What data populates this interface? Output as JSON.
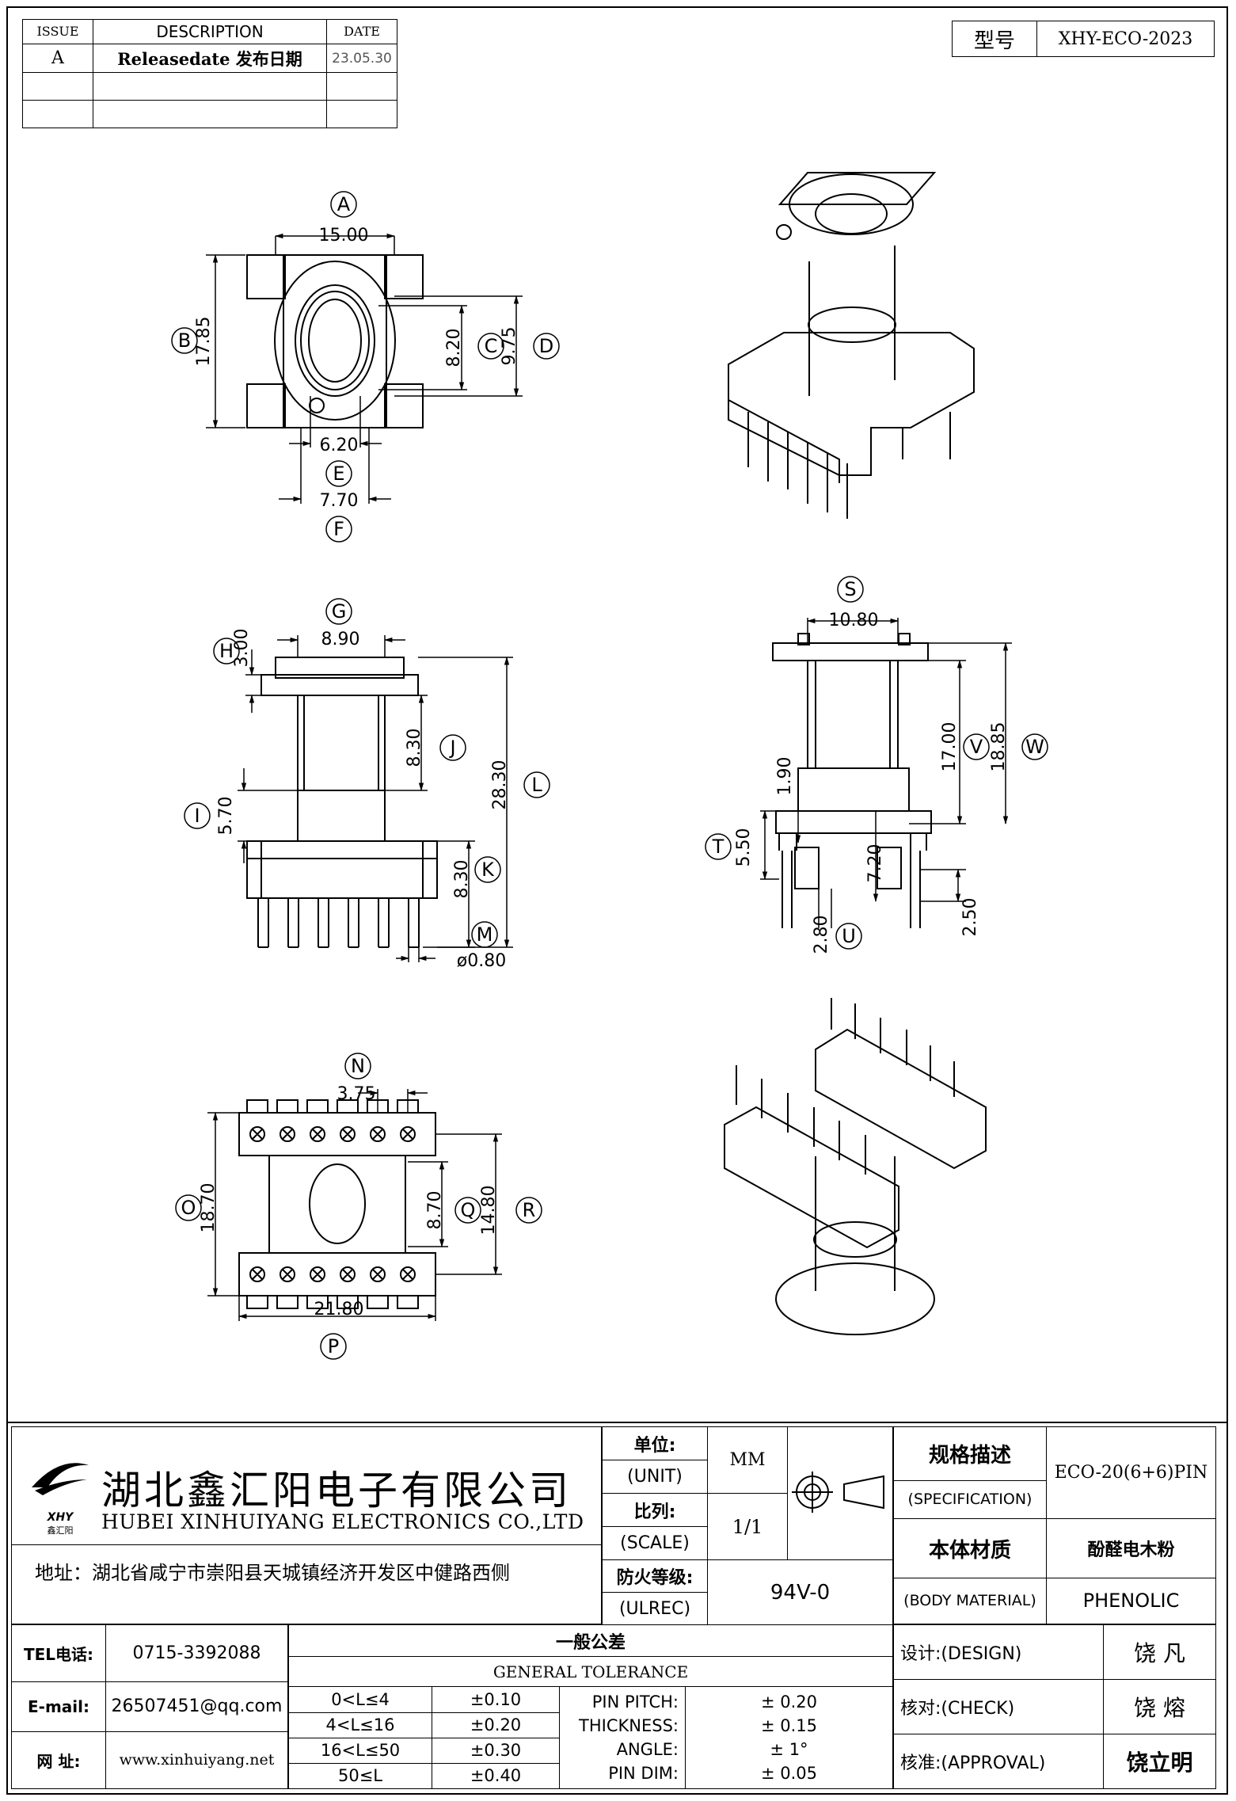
{
  "revision_table": {
    "headers": [
      "ISSUE",
      "DESCRIPTION",
      "DATE"
    ],
    "rows": [
      {
        "issue": "A",
        "description": "Releasedate 发布日期",
        "date": "23.05.30"
      },
      {
        "issue": "",
        "description": "",
        "date": ""
      },
      {
        "issue": "",
        "description": "",
        "date": ""
      }
    ]
  },
  "model": {
    "label": "型号",
    "value": "XHY-ECO-2023"
  },
  "views": {
    "top": {
      "A": "15.00",
      "B": "17.85",
      "C": "8.20",
      "D": "9.75",
      "E": "6.20",
      "F": "7.70"
    },
    "front": {
      "G": "8.90",
      "H": "3.00",
      "I": "5.70",
      "J": "8.30",
      "K": "8.30",
      "L": "28.30",
      "M": "ø0.80"
    },
    "side": {
      "S": "10.80",
      "T": "5.50",
      "U": "2.80",
      "V": "17.00",
      "W": "18.85",
      "y1": "1.90",
      "y2": "7.20",
      "y3": "2.50"
    },
    "bottom": {
      "N": "3.75",
      "O": "18.70",
      "P": "21.80",
      "Q": "8.70",
      "R": "14.80"
    }
  },
  "title_block": {
    "company_cn": "湖北鑫汇阳电子有限公司",
    "company_en": "HUBEI XINHUIYANG ELECTRONICS CO.,LTD",
    "logo_text": "XHY",
    "logo_sub": "鑫汇阳",
    "address": "地址：湖北省咸宁市崇阳县天城镇经济开发区中健路西侧",
    "unit_label": "单位:",
    "unit_label_en": "(UNIT)",
    "unit_value": "MM",
    "scale_label": "比列:",
    "scale_label_en": "(SCALE)",
    "scale_value": "1/1",
    "ulrec_label": "防火等级:",
    "ulrec_label_en": "(ULREC)",
    "ulrec_value": "94V-0",
    "spec_label": "规格描述",
    "spec_label_en": "(SPECIFICATION)",
    "spec_value": "ECO-20(6+6)PIN",
    "material_label": "本体材质",
    "material_label_en": "(BODY MATERIAL)",
    "material_cn": "酚醛电木粉",
    "material_en": "PHENOLIC",
    "tel_label": "TEL电话:",
    "tel_value": "0715-3392088",
    "email_label": "E-mail:",
    "email_value": "26507451@qq.com",
    "web_label": "网 址:",
    "web_value": "www.xinhuiyang.net",
    "tolerance_title_cn": "一般公差",
    "tolerance_title_en": "GENERAL TOLERANCE",
    "tolerances": [
      {
        "range": "0<L≤4",
        "tol": "±0.10",
        "item": "PIN PITCH:",
        "val": "± 0.20"
      },
      {
        "range": "4<L≤16",
        "tol": "±0.20",
        "item": "THICKNESS:",
        "val": "± 0.15"
      },
      {
        "range": "16<L≤50",
        "tol": "±0.30",
        "item": "ANGLE:",
        "val": "± 1°"
      },
      {
        "range": "50≤L",
        "tol": "±0.40",
        "item": "PIN DIM:",
        "val": "± 0.05"
      }
    ],
    "design_label": "设计:(DESIGN)",
    "design_name": "饶 凡",
    "check_label": "核对:(CHECK)",
    "check_name": "饶 熔",
    "approval_label": "核准:(APPROVAL)",
    "approval_name": "饶立明"
  }
}
